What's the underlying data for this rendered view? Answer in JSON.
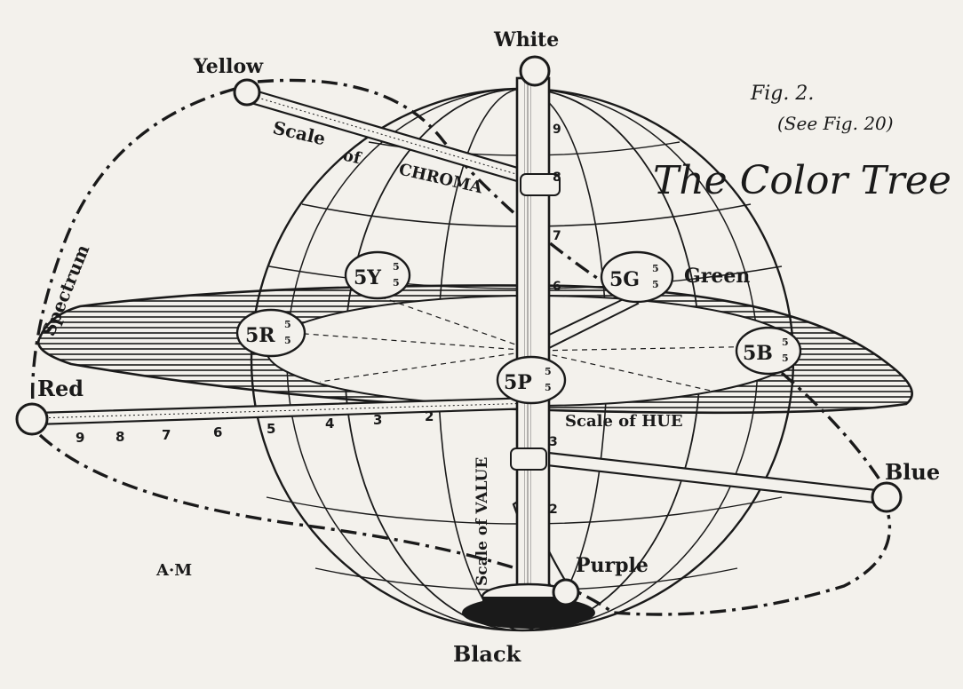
{
  "title": "The Color Tree",
  "fig_label": "Fig. 2.",
  "fig_ref": "(See Fig. 20)",
  "signature": "A·M",
  "labels": {
    "white": "White",
    "black": "Black",
    "yellow": "Yellow",
    "red": "Red",
    "green": "Green",
    "blue": "Blue",
    "purple": "Purple",
    "spectrum": "Spectrum",
    "scale_of": "Scale",
    "of": "of",
    "chroma": "CHROMA",
    "hue": "Scale of HUE",
    "value": "Scale of VALUE"
  },
  "notations": {
    "y": {
      "hue": "5Y",
      "num": "5",
      "den": "5"
    },
    "g": {
      "hue": "5G",
      "num": "5",
      "den": "5"
    },
    "r": {
      "hue": "5R",
      "num": "5",
      "den": "5"
    },
    "b": {
      "hue": "5B",
      "num": "5",
      "den": "5"
    },
    "p": {
      "hue": "5P",
      "num": "5",
      "den": "5"
    }
  },
  "value_scale": [
    "9",
    "8",
    "7",
    "6",
    "3",
    "2"
  ],
  "chroma_scale": [
    "9",
    "8",
    "7",
    "6",
    "5",
    "4",
    "3",
    "2"
  ],
  "colors": {
    "ink": "#1a1a1a",
    "paper": "#f3f1ec"
  }
}
